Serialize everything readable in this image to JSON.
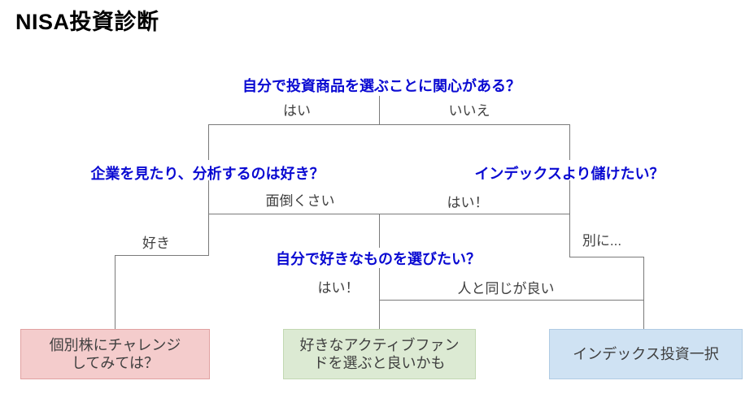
{
  "title": "NISA投資診断",
  "colors": {
    "question_text": "#0a0ad2",
    "branch_label_text": "#3f3f3f",
    "connector_line": "#7a7a7a",
    "title_text": "#000000"
  },
  "tree": {
    "q_root": {
      "text": "自分で投資商品を選ぶことに関心がある？",
      "yes_label": "はい",
      "no_label": "いいえ"
    },
    "q_analysis": {
      "text": "企業を見たり、分析するのは好き？",
      "like_label": "好き",
      "bother_label": "面倒くさい"
    },
    "q_beat_index": {
      "text": "インデックスより儲けたい？",
      "yes_label": "はい！",
      "no_label": "別に..."
    },
    "q_choose_own": {
      "text": "自分で好きなものを選びたい？",
      "yes_label": "はい！",
      "same_label": "人と同じが良い"
    },
    "results": {
      "individual_stocks": {
        "text": "個別株にチャレンジ\nしてみては？",
        "fill": "#f4cccc",
        "border": "#e1a1a1"
      },
      "active_fund": {
        "text": "好きなアクティブファン\nドを選ぶと良いかも",
        "fill": "#dcead3",
        "border": "#c2d8b2"
      },
      "index_fund": {
        "text": "インデックス投資一択",
        "fill": "#cfe2f3",
        "border": "#b0cbe3"
      }
    }
  }
}
